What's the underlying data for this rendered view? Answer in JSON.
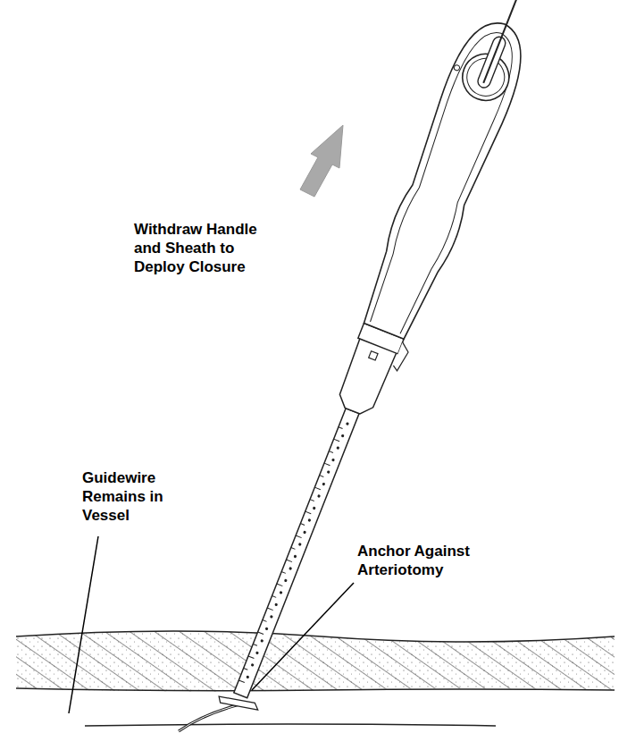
{
  "diagram": {
    "labels": [
      "Withdraw Handle and Sheath to Deploy Closure",
      "Guidewire Remains in Vessel",
      "Anchor Against Arteriotomy"
    ]
  }
}
